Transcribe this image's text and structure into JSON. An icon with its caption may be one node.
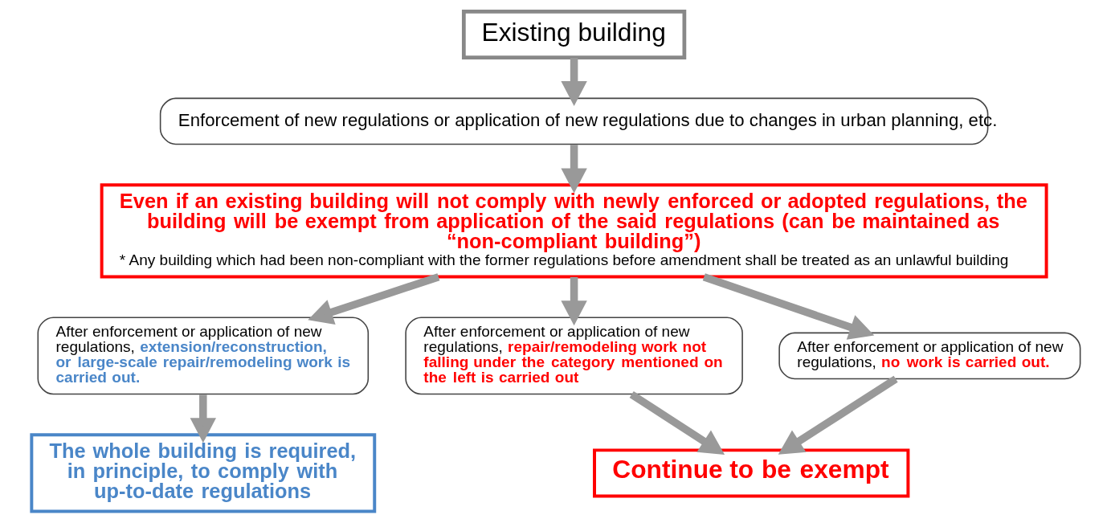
{
  "diagram": {
    "nodes": [
      {
        "text": [
          "Existing building"
        ]
      },
      {
        "text": [
          "Enforcement of new regulations or application of new regulations due to changes in urban planning, etc."
        ]
      },
      {
        "text": [
          "Even if an existing building will not comply with newly enforced or adopted regulations, the building will be exempt from application of the said regulations (can be maintained as “non-compliant building”)",
          "* Any building which had been non-compliant with the former regulations before amendment shall be treated as an unlawful building"
        ]
      },
      {
        "text": [
          "After enforcement or application of new regulations, **extension/reconstruction, or large-scale repair/remodeling work is carried out.**"
        ]
      },
      {
        "text": [
          "After enforcement or application of new regulations, **repair/remodeling work not falling under the category mentioned on the left is carried out**"
        ]
      },
      {
        "text": [
          "After enforcement or application of new regulations, **no work is carried out.**"
        ]
      },
      {
        "text": [
          "The whole building is required, in principle, to comply with up-to-date regulations"
        ]
      },
      {
        "text": [
          "Continue to be exempt"
        ]
      }
    ],
    "edges": [
      {
        "from": 0,
        "to": 1,
        "arrow": "to"
      },
      {
        "from": 1,
        "to": 2,
        "arrow": "to"
      },
      {
        "from": 2,
        "to": 3,
        "arrow": "to"
      },
      {
        "from": 2,
        "to": 4,
        "arrow": "to"
      },
      {
        "from": 2,
        "to": 5,
        "arrow": "to"
      },
      {
        "from": 3,
        "to": 6,
        "arrow": "to"
      },
      {
        "from": 4,
        "to": 7,
        "arrow": "to"
      },
      {
        "from": 5,
        "to": 7,
        "arrow": "to"
      }
    ]
  }
}
